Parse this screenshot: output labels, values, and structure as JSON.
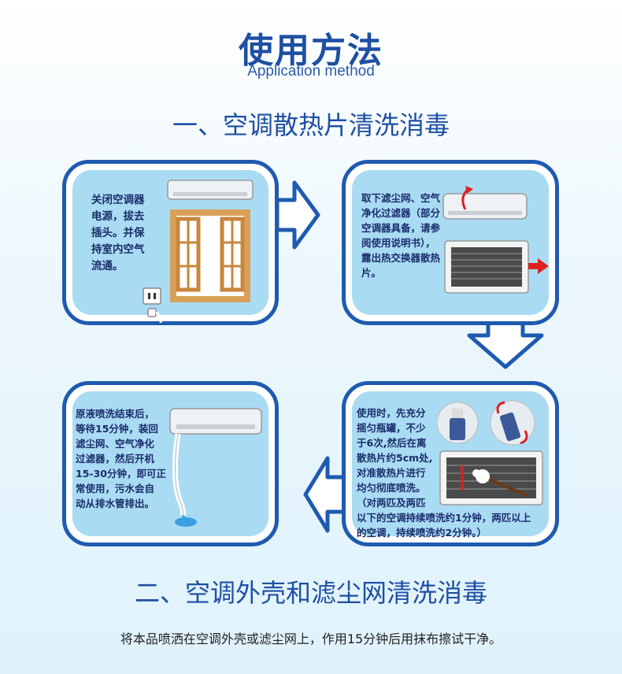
{
  "header": {
    "title": "使用方法",
    "subtitle": "Application method"
  },
  "section1": {
    "title": "一、空调散热片清洗消毒",
    "steps": [
      {
        "text": "关闭空调器\n电源，拔去\n插头。并保\n持室内空气\n流通。"
      },
      {
        "text": "取下滤尘网、空气\n净化过滤器（部分\n空调器具备，请参\n阅使用说明书），\n露出热交换器散热\n片。"
      },
      {
        "text": "使用时，先充分\n摇匀瓶罐，不少\n于6次,然后在离\n散热片约5cm处,\n对准散热片进行\n均匀彻底喷洗。\n（对两匹及两匹\n以下的空调持续喷洗约1分钟，两匹以上\n的空调，持续喷洗约2分钟。）"
      },
      {
        "text": "原液喷洗结束后，\n等待15分钟，装回\n滤尘网、空气净化\n过滤器，然后开机\n15-30分钟，即可正\n常使用，污水会自\n动从排水管排出。"
      }
    ]
  },
  "section2": {
    "title": "二、空调外壳和滤尘网清洗消毒",
    "text": "将本品喷洒在空调外壳或滤尘网上，作用15分钟后用抹布擦试干净。"
  },
  "colors": {
    "primary": "#1e5bb0",
    "card_fill": "#a9dbf3",
    "text": "#1a2c6b",
    "arrow_red": "#e02020"
  }
}
